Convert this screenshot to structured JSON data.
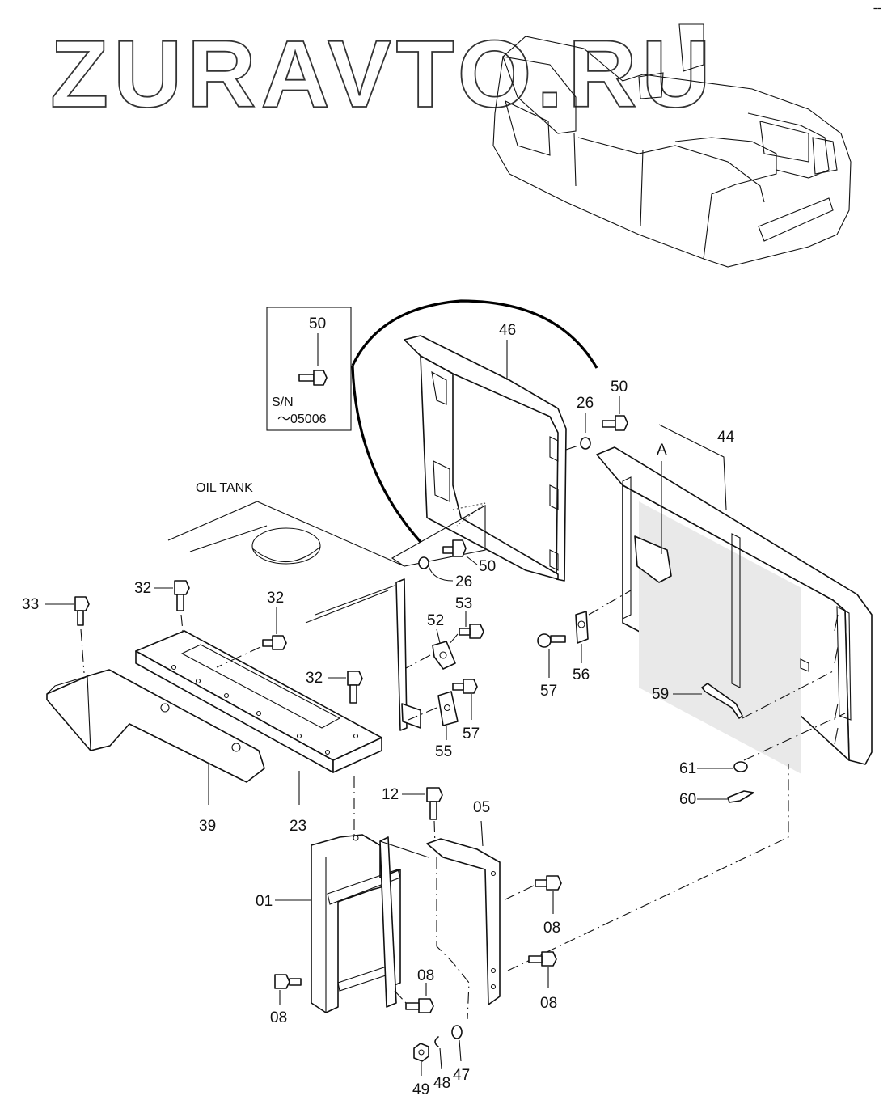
{
  "watermark": "ZURAVTO.RU",
  "inset": {
    "serial_prefix": "S/N",
    "serial_range": "～05006",
    "part": "50"
  },
  "oil_tank_label": "OIL TANK",
  "view_marker": "A",
  "parts": {
    "p01": "01",
    "p05": "05",
    "p08": "08",
    "p12": "12",
    "p23": "23",
    "p26": "26",
    "p32": "32",
    "p33": "33",
    "p39": "39",
    "p44": "44",
    "p46": "46",
    "p47": "47",
    "p48": "48",
    "p49": "49",
    "p50": "50",
    "p52": "52",
    "p53": "53",
    "p55": "55",
    "p56": "56",
    "p57": "57",
    "p59": "59",
    "p60": "60",
    "p61": "61"
  }
}
